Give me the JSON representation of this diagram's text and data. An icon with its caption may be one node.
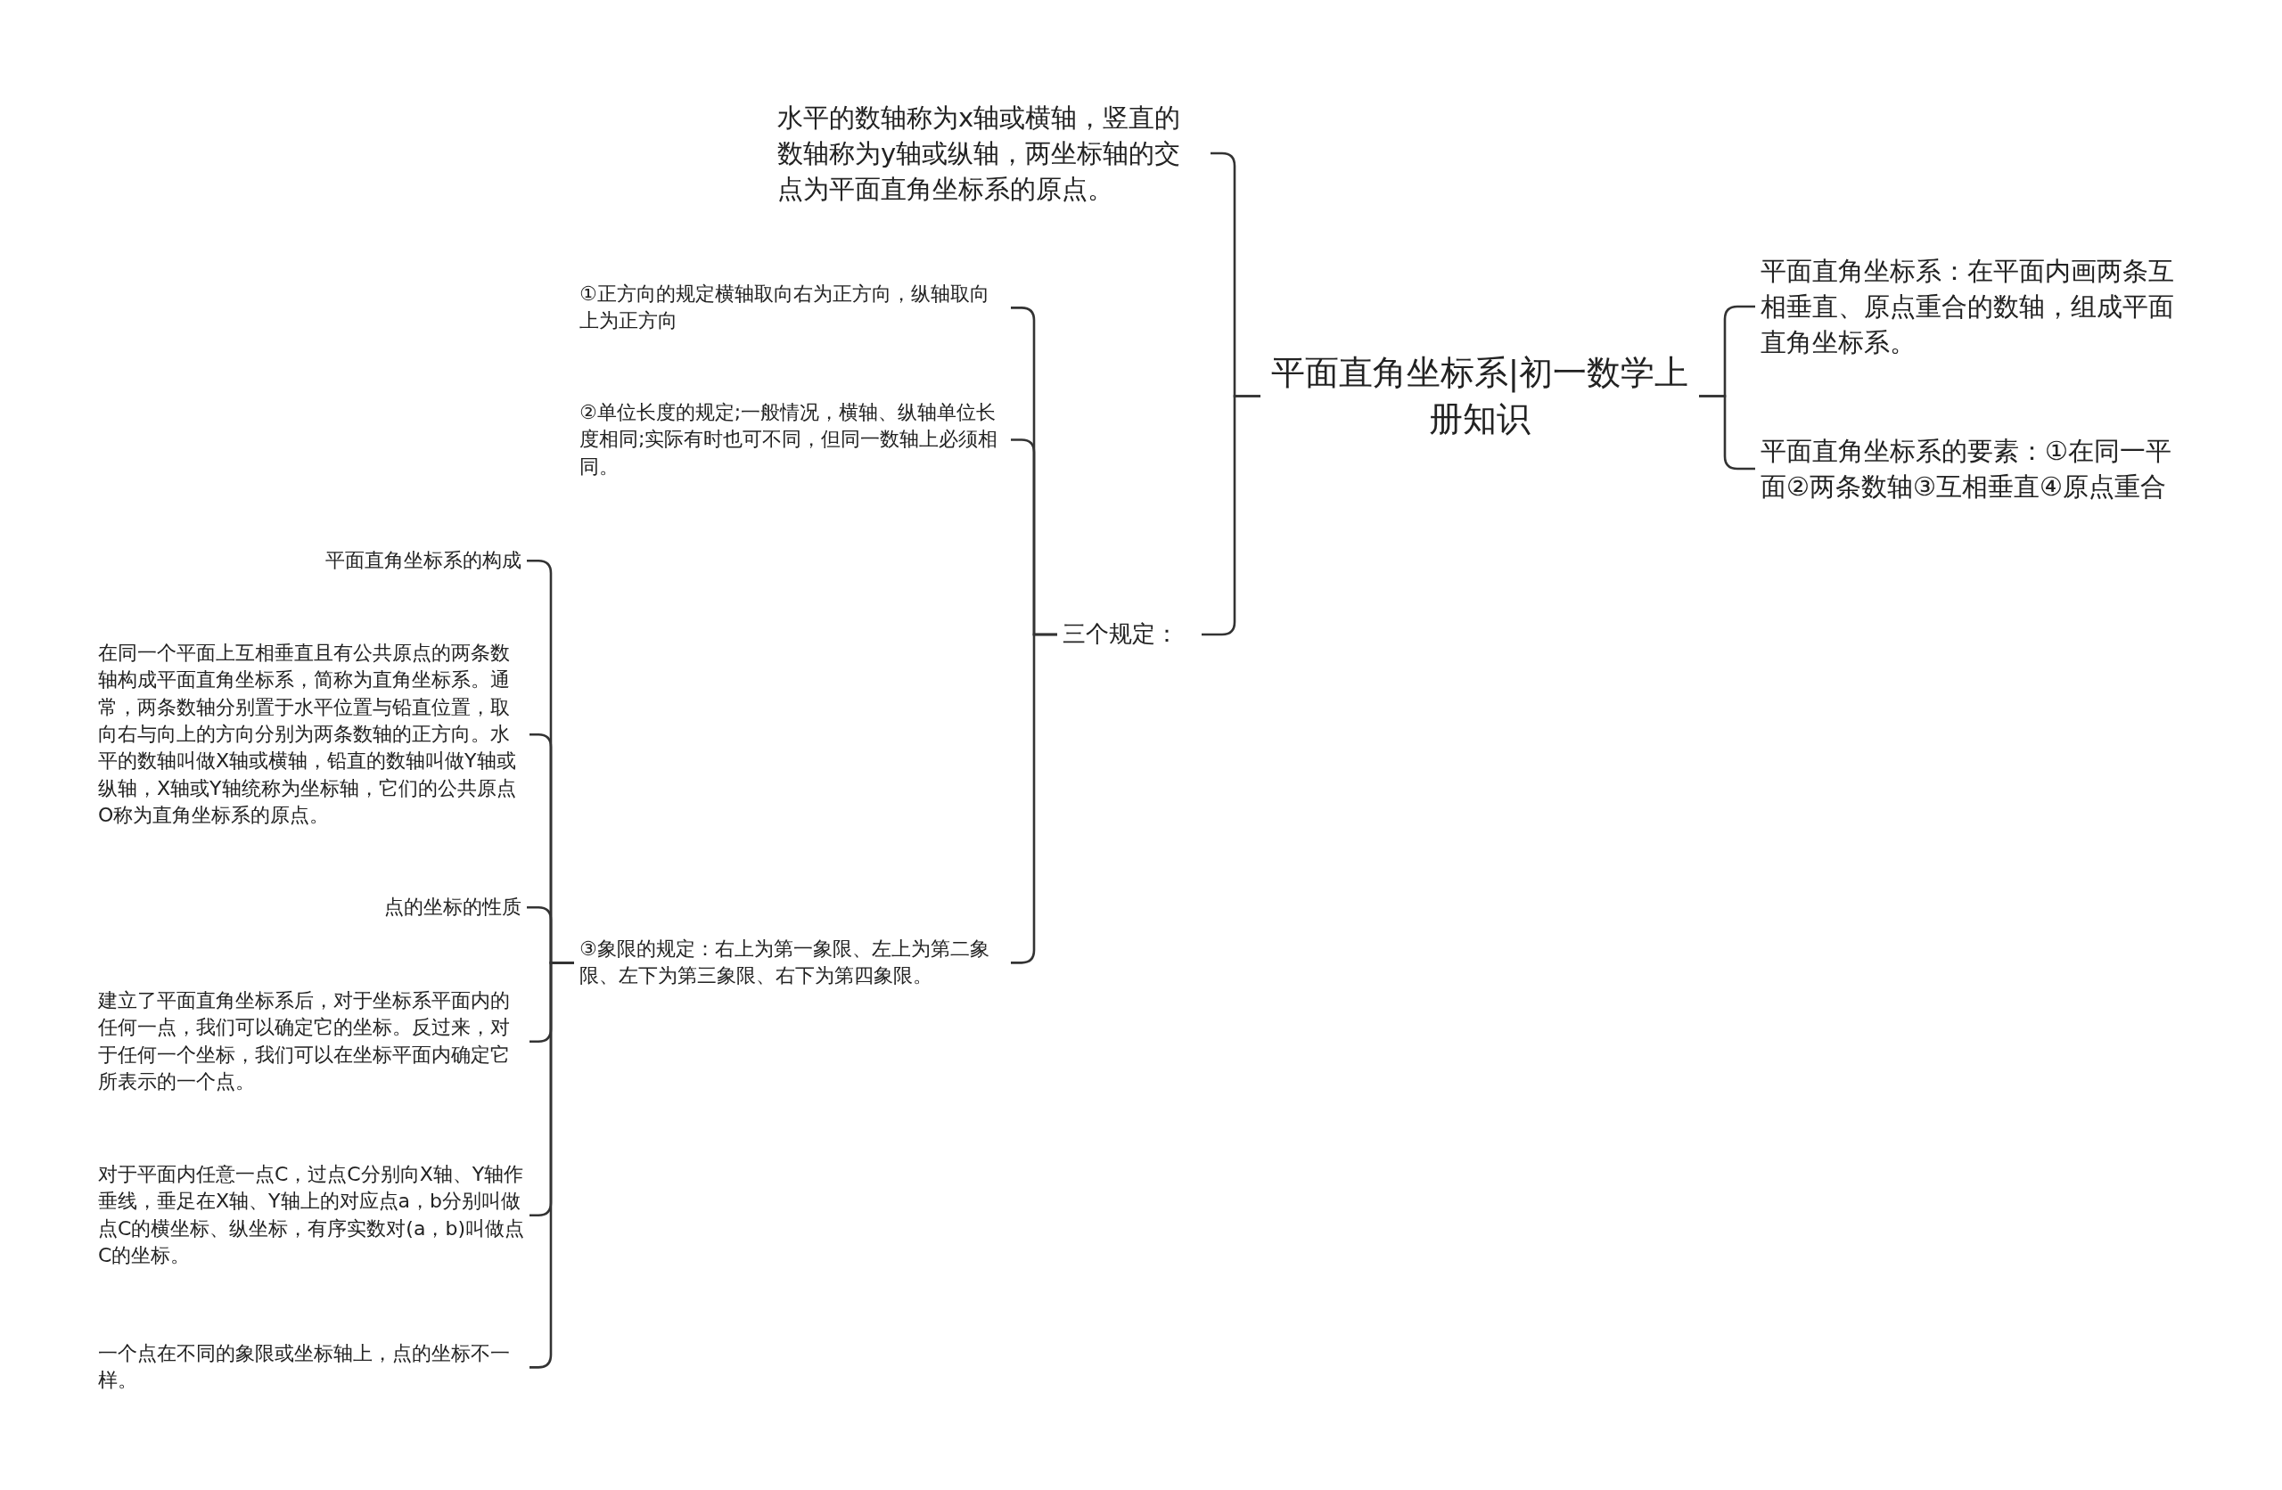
{
  "diagram": {
    "nodes": [
      {
        "text": [
          "平面直角坐标系|初一数学上册知识"
        ]
      },
      {
        "text": [
          "水平的数轴称为x轴或横轴，竖直的数轴称为y轴或纵轴，两坐标轴的交点为平面直角坐标系的原点。"
        ]
      },
      {
        "text": [
          "三个规定："
        ]
      },
      {
        "text": [
          "①正方向的规定横轴取向右为正方向，纵轴取向上为正方向"
        ]
      },
      {
        "text": [
          "②单位长度的规定;一般情况，横轴、纵轴单位长度相同;实际有时也可不同，但同一数轴上必须相同。"
        ]
      },
      {
        "text": [
          "③象限的规定：右上为第一象限、左上为第二象限、左下为第三象限、右下为第四象限。"
        ]
      },
      {
        "text": [
          "平面直角坐标系的构成"
        ]
      },
      {
        "text": [
          "在同一个平面上互相垂直且有公共原点的两条数轴构成平面直角坐标系，简称为直角坐标系。通常，两条数轴分别置于水平位置与铅直位置，取向右与向上的方向分别为两条数轴的正方向。水平的数轴叫做X轴或横轴，铅直的数轴叫做Y轴或纵轴，X轴或Y轴统称为坐标轴，它们的公共原点O称为直角坐标系的原点。"
        ]
      },
      {
        "text": [
          "点的坐标的性质"
        ]
      },
      {
        "text": [
          "建立了平面直角坐标系后，对于坐标系平面内的任何一点，我们可以确定它的坐标。反过来，对于任何一个坐标，我们可以在坐标平面内确定它所表示的一个点。"
        ]
      },
      {
        "text": [
          "对于平面内任意一点C，过点C分别向X轴、Y轴作垂线，垂足在X轴、Y轴上的对应点a，b分别叫做点C的横坐标、纵坐标，有序实数对(a，b)叫做点C的坐标。"
        ]
      },
      {
        "text": [
          "一个点在不同的象限或坐标轴上，点的坐标不一样。"
        ]
      },
      {
        "text": [
          "平面直角坐标系：在平面内画两条互相垂直、原点重合的数轴，组成平面直角坐标系。"
        ]
      },
      {
        "text": [
          "平面直角坐标系的要素：①在同一平面②两条数轴③互相垂直④原点重合"
        ]
      }
    ],
    "edges": [
      {
        "from": 0,
        "to": 1,
        "arrow": "none"
      },
      {
        "from": 0,
        "to": 2,
        "arrow": "none"
      },
      {
        "from": 2,
        "to": 3,
        "arrow": "none"
      },
      {
        "from": 2,
        "to": 4,
        "arrow": "none"
      },
      {
        "from": 2,
        "to": 5,
        "arrow": "none"
      },
      {
        "from": 5,
        "to": 6,
        "arrow": "none"
      },
      {
        "from": 5,
        "to": 7,
        "arrow": "none"
      },
      {
        "from": 5,
        "to": 8,
        "arrow": "none"
      },
      {
        "from": 5,
        "to": 9,
        "arrow": "none"
      },
      {
        "from": 5,
        "to": 10,
        "arrow": "none"
      },
      {
        "from": 5,
        "to": 11,
        "arrow": "none"
      },
      {
        "from": 0,
        "to": 12,
        "arrow": "none"
      },
      {
        "from": 0,
        "to": 13,
        "arrow": "none"
      }
    ]
  }
}
